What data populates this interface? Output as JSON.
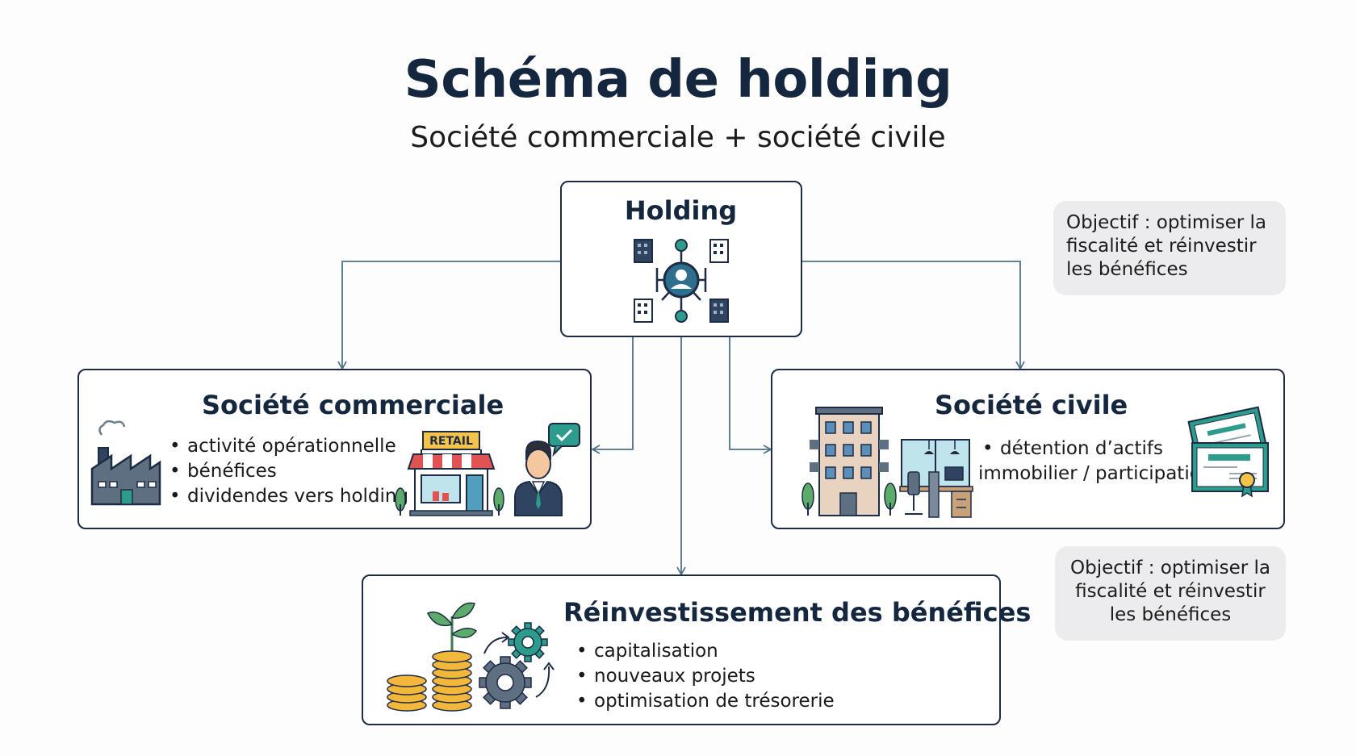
{
  "header": {
    "title": "Schéma de holding",
    "subtitle": "Société commerciale + société civile"
  },
  "holding": {
    "title": "Holding"
  },
  "commerciale": {
    "title": "Société commerciale",
    "bullets": [
      "activité opérationnelle",
      "bénéfices",
      "dividendes vers holding"
    ],
    "shop_sign": "RETAIL"
  },
  "civile": {
    "title": "Société civile",
    "bullets": [
      "détention d’actifs",
      "immobilier / participations"
    ]
  },
  "reinvest": {
    "title": "Réinvestissement des bénéfices",
    "bullets": [
      "capitalisation",
      "nouveaux projets",
      "optimisation de trésorerie"
    ]
  },
  "notes": {
    "top": [
      "Objectif : optimiser la",
      "fiscalité et réinvestir",
      "les bénéfices"
    ],
    "bottom": [
      "Objectif : optimiser la",
      "fiscalité et réinvestir",
      "les bénéfices"
    ]
  },
  "colors": {
    "navy": "#1d2b45",
    "teal": "#2e9c8d",
    "connector": "#4e7388",
    "note_bg": "#ececee"
  }
}
